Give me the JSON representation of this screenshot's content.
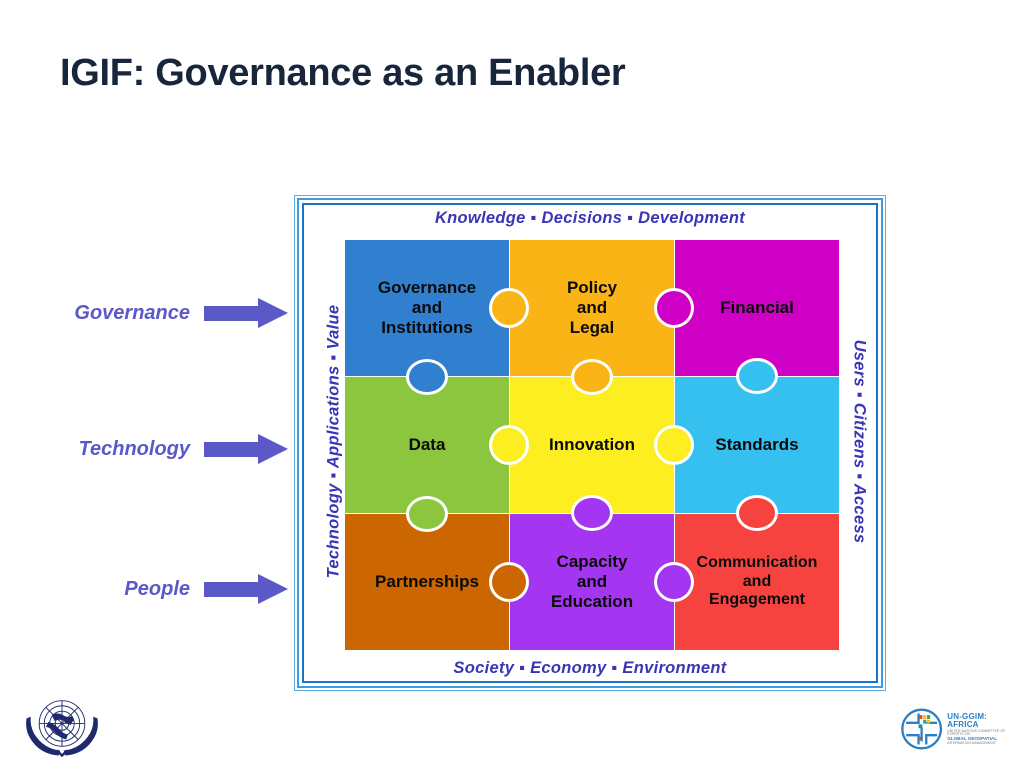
{
  "slide": {
    "title": "IGIF: Governance as an Enabler",
    "title_color": "#18263c",
    "background": "#ffffff"
  },
  "drivers": [
    {
      "label": "Governance",
      "icon": "right-arrow-icon",
      "color": "#5b58c8"
    },
    {
      "label": "Technology",
      "icon": "right-arrow-icon",
      "color": "#5b58c8"
    },
    {
      "label": "People",
      "icon": "right-arrow-icon",
      "color": "#5b58c8"
    }
  ],
  "frame": {
    "border_color": "#3f9ae0",
    "inner_border_color": "#1a73c8",
    "label_color": "#3b34b5",
    "edge_labels": {
      "top": "Knowledge  ▪  Decisions  ▪  Development",
      "bottom": "Society  ▪  Economy  ▪  Environment",
      "left": "Technology  ▪  Applications  ▪  Value",
      "right": "Users  ▪  Citizens  ▪  Access"
    }
  },
  "puzzle": {
    "rows": 3,
    "cols": 3,
    "pieces": [
      {
        "id": "governance-and-institutions",
        "label": "Governance and Institutions",
        "line1": "Governance",
        "line2": "and",
        "line3": "Institutions",
        "color": "#3080cf",
        "row": 1,
        "col": 1
      },
      {
        "id": "policy-and-legal",
        "label": "Policy and Legal",
        "line1": "Policy",
        "line2": "and",
        "line3": "Legal",
        "color": "#fbb415",
        "row": 1,
        "col": 2
      },
      {
        "id": "financial",
        "label": "Financial",
        "line1": "Financial",
        "line2": "",
        "line3": "",
        "color": "#cf00c5",
        "row": 1,
        "col": 3
      },
      {
        "id": "data",
        "label": "Data",
        "line1": "Data",
        "line2": "",
        "line3": "",
        "color": "#8bc council",
        "row": 2,
        "col": 1
      },
      {
        "id": "innovation",
        "label": "Innovation",
        "line1": "Innovation",
        "line2": "",
        "line3": "",
        "color": "#fcee21",
        "row": 2,
        "col": 2
      },
      {
        "id": "standards",
        "label": "Standards",
        "line1": "Standards",
        "line2": "",
        "line3": "",
        "color": "#35c0f0",
        "row": 2,
        "col": 3
      },
      {
        "id": "partnerships",
        "label": "Partnerships",
        "line1": "Partnerships",
        "line2": "",
        "line3": "",
        "color": "#cc6600",
        "row": 3,
        "col": 1
      },
      {
        "id": "capacity-and-education",
        "label": "Capacity and Education",
        "line1": "Capacity",
        "line2": "and",
        "line3": "Education",
        "color": "#a435f0",
        "row": 3,
        "col": 2
      },
      {
        "id": "communication-and-engagement",
        "label": "Communication and Engagement",
        "line1": "Communication",
        "line2": "and",
        "line3": "Engagement",
        "color": "#f6433f",
        "row": 3,
        "col": 3
      }
    ]
  },
  "logos": {
    "un_emblem": {
      "name": "un-emblem",
      "color": "#1f2a6e"
    },
    "ggim": {
      "name": "un-ggim-africa-logo",
      "title": "UN-GGIM: AFRICA",
      "sub1": "UNITED NATIONS COMMITTEE OF EXPERTS ON",
      "sub2": "GLOBAL GEOSPATIAL",
      "sub3": "INFORMATION MANAGEMENT",
      "title_color": "#2b7fc4"
    }
  }
}
